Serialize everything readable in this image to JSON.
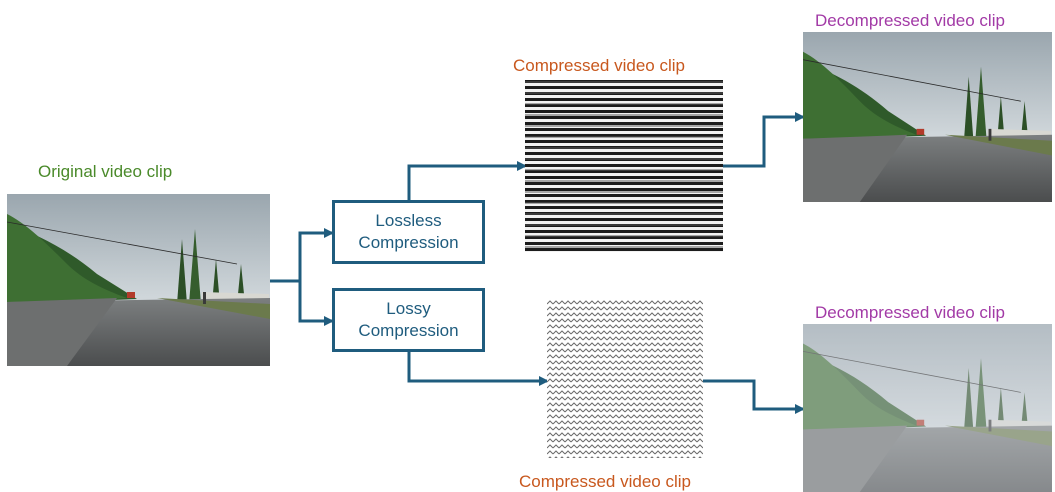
{
  "original": {
    "label": "Original video clip",
    "label_color": "#4a8a2a"
  },
  "lossless": {
    "box_line1": "Lossless",
    "box_line2": "Compression",
    "compressed_label": "Compressed video clip",
    "decompressed_label": "Decompressed video clip"
  },
  "lossy": {
    "box_line1": "Lossy",
    "box_line2": "Compression",
    "compressed_label": "Compressed video clip",
    "decompressed_label": "Decompressed video clip"
  },
  "colors": {
    "arrow": "#1f5c7e",
    "compressed_label": "#c8581e",
    "decompressed_label": "#a23aa6",
    "box_text": "#1f5c7e"
  }
}
